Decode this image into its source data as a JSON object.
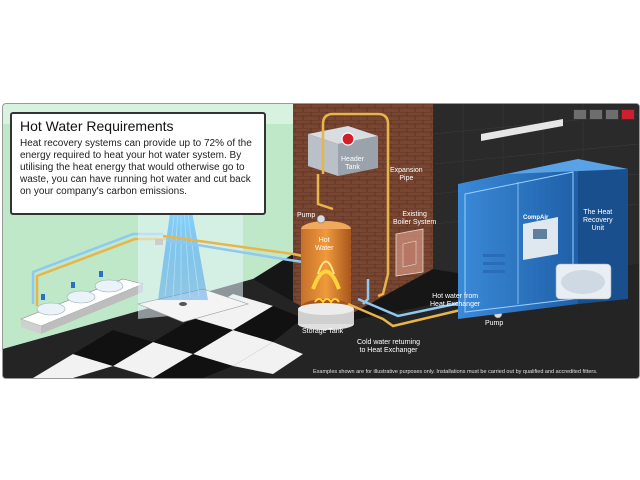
{
  "intro": {
    "title": "Hot Water Requirements",
    "body": "Heat recovery systems can provide up to 72% of the energy required to heat your hot water system. By utilising the heat energy that would otherwise go to waste, you can have running hot water and cut back on your company's carbon emissions."
  },
  "labels": {
    "header_tank": "Header\nTank",
    "expansion_pipe": "Expansion\nPipe",
    "existing_boiler": "Existing\nBoiler System",
    "pump_top": "Pump",
    "hot_water": "Hot\nWater",
    "storage_tank": "Storage Tank",
    "hot_from_exchanger": "Hot water from\nHeat Exchanger",
    "cold_returning": "Cold water returning\nto Heat Exchanger",
    "pump_bottom": "Pump",
    "heat_recovery_unit": "The Heat\nRecovery\nUnit",
    "brand": "CompAir"
  },
  "disclaimer": "Examples shown are for illustrative purposes only. Installations must be carried out by qualified and accredited fitters.",
  "colors": {
    "hot_pipe": "#e8b54a",
    "cold_pipe": "#8fc8f0",
    "unit_blue": "#2f78c8",
    "brick": "#7a4632",
    "wall_green": "#bfe8c9"
  }
}
